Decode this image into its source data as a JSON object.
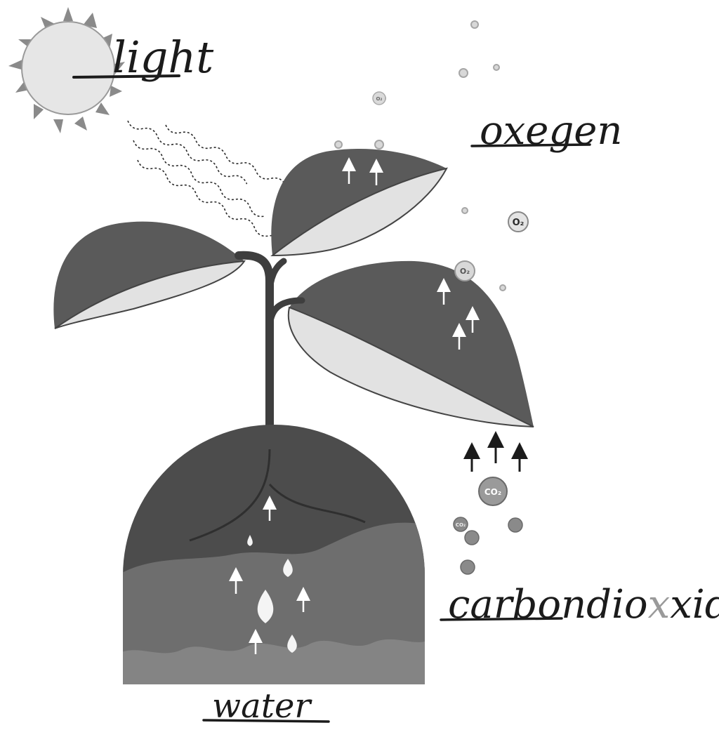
{
  "labels": {
    "light": "light",
    "oxygen": "oxegen",
    "carbon_dioxide_before": "carbondio",
    "carbon_dioxide_struck": "x",
    "carbon_dioxide_after": "xide",
    "water": "water"
  },
  "molecules": {
    "o2_big": "O₂",
    "o2_medium": "O₂",
    "o2_small": "O₂",
    "co2_big": "CO₂",
    "co2_small": "CO₂"
  },
  "colors": {
    "leaf_dark": "#5a5a5a",
    "leaf_light": "#e2e2e2",
    "soil_dark": "#4c4c4c",
    "soil_mid": "#6e6e6e",
    "soil_light": "#848484",
    "sun": "#e6e6e6",
    "sun_rays": "#8a8a8a",
    "ink": "#1b1b1b"
  }
}
